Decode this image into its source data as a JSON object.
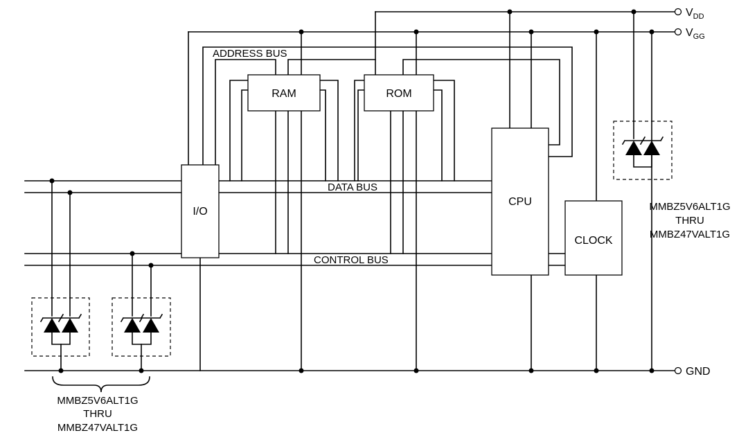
{
  "diagram": {
    "blocks": {
      "ram": "RAM",
      "rom": "ROM",
      "io": "I/O",
      "cpu": "CPU",
      "clock": "CLOCK"
    },
    "buses": {
      "address": "ADDRESS BUS",
      "data": "DATA BUS",
      "control": "CONTROL BUS"
    },
    "power": {
      "vdd": {
        "base": "V",
        "sub": "DD"
      },
      "vgg": {
        "base": "V",
        "sub": "GG"
      },
      "gnd": "GND"
    },
    "protection": {
      "left_label": [
        "MMBZ5V6ALT1G",
        "THRU",
        "MMBZ47VALT1G"
      ],
      "right_label": [
        "MMBZ5V6ALT1G",
        "THRU",
        "MMBZ47VALT1G"
      ]
    }
  }
}
